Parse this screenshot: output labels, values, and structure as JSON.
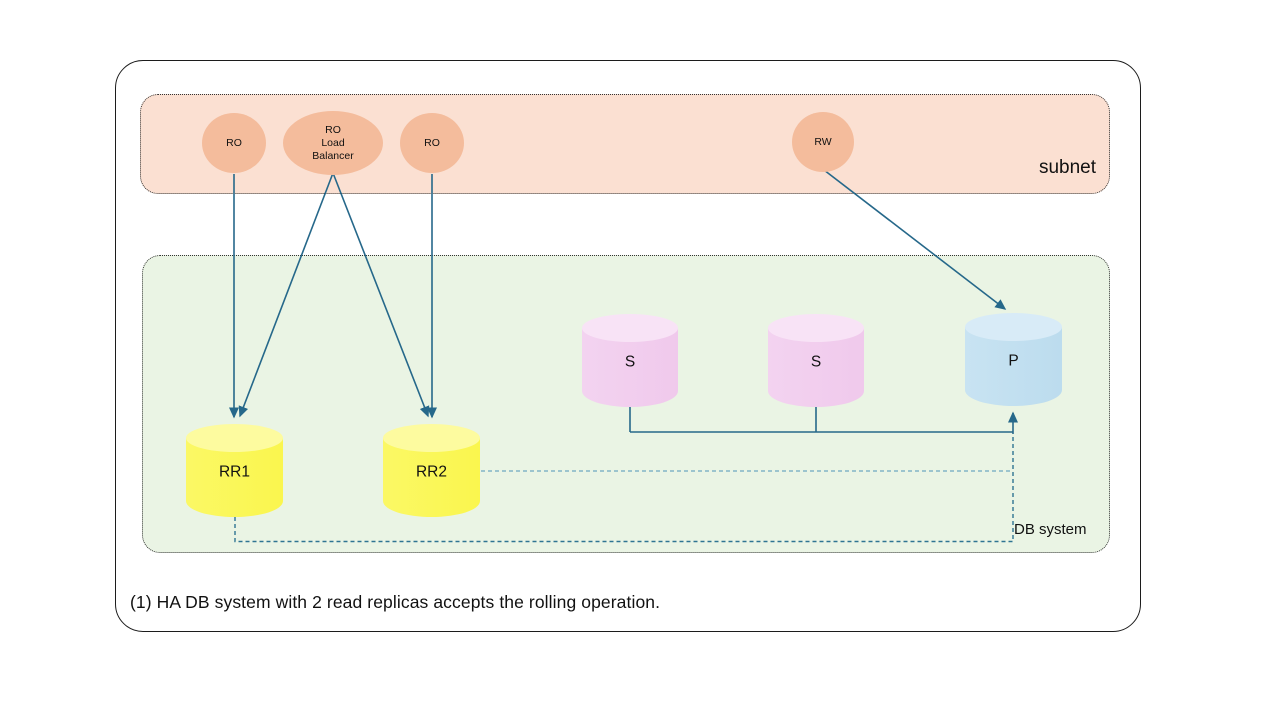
{
  "caption": "(1) HA DB system with 2 read replicas accepts the rolling operation.",
  "subnet": {
    "label": "subnet",
    "nodes": {
      "ro1": "RO",
      "lb_line1": "RO",
      "lb_line2": "Load",
      "lb_line3": "Balancer",
      "ro2": "RO",
      "rw": "RW"
    }
  },
  "db_system": {
    "label": "DB system",
    "nodes": {
      "rr1": "RR1",
      "rr2": "RR2",
      "s1": "S",
      "s2": "S",
      "p": "P"
    }
  },
  "edges": [
    {
      "from": "RO",
      "to": "RR1",
      "style": "solid-arrow"
    },
    {
      "from": "RO Load Balancer",
      "to": "RR1",
      "style": "solid-arrow"
    },
    {
      "from": "RO Load Balancer",
      "to": "RR2",
      "style": "solid-arrow"
    },
    {
      "from": "RO",
      "to": "RR2",
      "style": "solid-arrow"
    },
    {
      "from": "RW",
      "to": "P",
      "style": "solid-arrow"
    },
    {
      "from": "S",
      "to": "P",
      "style": "solid-line"
    },
    {
      "from": "S",
      "to": "P",
      "style": "solid-line"
    },
    {
      "from": "RR2",
      "to": "P",
      "style": "dashed-line"
    },
    {
      "from": "RR1",
      "to": "P",
      "style": "dashed-line"
    }
  ],
  "colors": {
    "subnet_fill": "#fbe0d2",
    "oval_fill": "#f4bc9c",
    "db_fill": "#eaf4e4",
    "replica_fill": "#faf75d",
    "standby_fill": "#f1cdee",
    "primary_fill": "#c2e0f1",
    "edge_solid": "#26688a",
    "edge_dashed_light": "#82b4c7",
    "edge_dashed_dark": "#2f7492"
  }
}
